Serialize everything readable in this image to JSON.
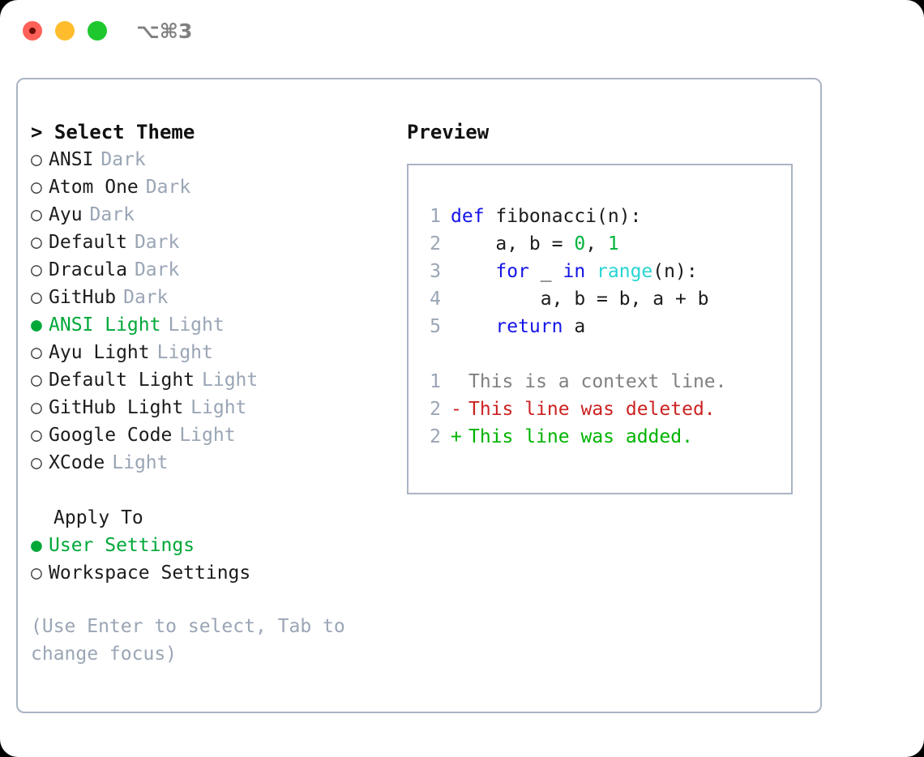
{
  "window": {
    "shortcut_label": "⌥⌘3",
    "traffic_lights": [
      "close",
      "minimize",
      "maximize"
    ]
  },
  "theme_panel": {
    "header": "> Select Theme",
    "items": [
      {
        "label": "ANSI",
        "tag": "Dark",
        "selected": false
      },
      {
        "label": "Atom One",
        "tag": "Dark",
        "selected": false
      },
      {
        "label": "Ayu",
        "tag": "Dark",
        "selected": false
      },
      {
        "label": "Default",
        "tag": "Dark",
        "selected": false
      },
      {
        "label": "Dracula",
        "tag": "Dark",
        "selected": false
      },
      {
        "label": "GitHub",
        "tag": "Dark",
        "selected": false
      },
      {
        "label": "ANSI Light",
        "tag": "Light",
        "selected": true
      },
      {
        "label": "Ayu Light",
        "tag": "Light",
        "selected": false
      },
      {
        "label": "Default Light",
        "tag": "Light",
        "selected": false
      },
      {
        "label": "GitHub Light",
        "tag": "Light",
        "selected": false
      },
      {
        "label": "Google Code",
        "tag": "Light",
        "selected": false
      },
      {
        "label": "XCode",
        "tag": "Light",
        "selected": false
      }
    ]
  },
  "apply_to": {
    "title": "Apply To",
    "options": [
      {
        "label": "User Settings",
        "selected": true
      },
      {
        "label": "Workspace Settings",
        "selected": false
      }
    ]
  },
  "hint": "(Use Enter to select, Tab to change focus)",
  "preview": {
    "title": "Preview",
    "code_lines": [
      {
        "no": "1",
        "tokens": [
          {
            "t": "def",
            "c": "kw"
          },
          {
            "t": " fibonacci(n):",
            "c": "ctok"
          }
        ]
      },
      {
        "no": "2",
        "tokens": [
          {
            "t": "    a, b = ",
            "c": "ctok"
          },
          {
            "t": "0",
            "c": "num"
          },
          {
            "t": ", ",
            "c": "ctok"
          },
          {
            "t": "1",
            "c": "num"
          }
        ]
      },
      {
        "no": "3",
        "tokens": [
          {
            "t": "    ",
            "c": "ctok"
          },
          {
            "t": "for",
            "c": "kw"
          },
          {
            "t": " _ ",
            "c": "ctok"
          },
          {
            "t": "in",
            "c": "kw"
          },
          {
            "t": " ",
            "c": "ctok"
          },
          {
            "t": "range",
            "c": "fn"
          },
          {
            "t": "(n):",
            "c": "ctok"
          }
        ]
      },
      {
        "no": "4",
        "tokens": [
          {
            "t": "        a, b = b, a + b",
            "c": "ctok"
          }
        ]
      },
      {
        "no": "5",
        "tokens": [
          {
            "t": "    ",
            "c": "ctok"
          },
          {
            "t": "return",
            "c": "kw"
          },
          {
            "t": " a",
            "c": "ctok"
          }
        ]
      }
    ],
    "diff_lines": [
      {
        "no": "1",
        "sign": " ",
        "text": "This is a context line.",
        "kind": "d-ctx"
      },
      {
        "no": "2",
        "sign": "-",
        "text": "This line was deleted.",
        "kind": "d-del"
      },
      {
        "no": "2",
        "sign": "+",
        "text": "This line was added.",
        "kind": "d-add"
      }
    ]
  },
  "colors": {
    "accent_green": "#00a838",
    "tag_gray": "#9aa5b5",
    "border": "#aab4c4",
    "keyword_blue": "#1414e6",
    "function_cyan": "#28d4d4",
    "number_green": "#00b33c",
    "diff_delete_red": "#cc2222",
    "diff_add_green": "#00b300",
    "traffic_red": "#ff6159",
    "traffic_yellow": "#ffbd2e",
    "traffic_green": "#1fc72e"
  }
}
